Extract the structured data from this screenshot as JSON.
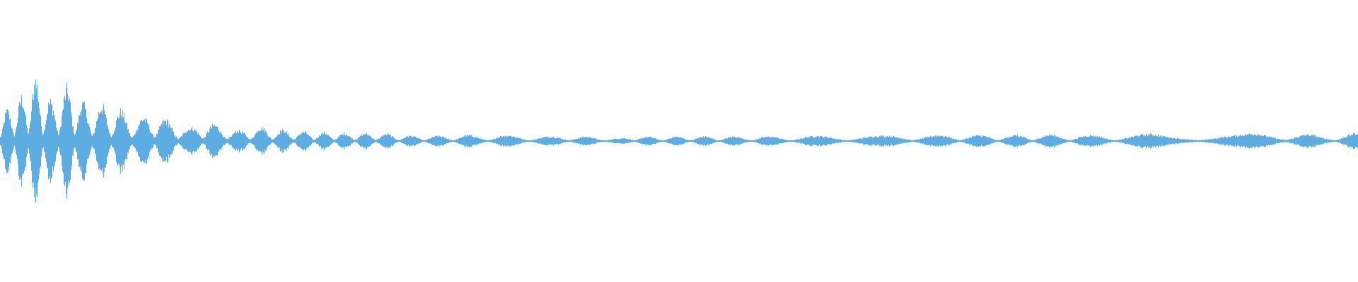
{
  "waveform": {
    "color": "#5DADE2",
    "background": "#FFFFFF",
    "envelope": [
      0.21,
      0.3,
      0.5,
      0.3,
      0.43,
      0.27,
      0.28,
      0.24,
      0.17,
      0.21,
      0.14,
      0.1,
      0.15,
      0.1,
      0.08,
      0.11,
      0.09,
      0.08,
      0.07,
      0.065,
      0.06,
      0.06,
      0.06,
      0.05,
      0.04,
      0.04,
      0.04,
      0.05,
      0.035,
      0.05,
      0.04,
      0.035,
      0.035,
      0.04,
      0.035,
      0.025,
      0.02,
      0.04,
      0.03,
      0.035,
      0.035,
      0.035,
      0.035,
      0.035,
      0.035,
      0.035,
      0.035,
      0.04,
      0.04,
      0.04,
      0.045,
      0.04,
      0.045,
      0.05,
      0.045,
      0.045,
      0.05,
      0.045,
      0.045,
      0.045,
      0.045,
      0.05,
      0.045,
      0.045,
      0.045,
      0.045,
      0.05,
      0.055,
      0.045,
      0.05,
      0.05,
      0.055,
      0.05,
      0.06,
      0.055,
      0.065,
      0.055,
      0.03,
      0.055,
      0.06
    ]
  }
}
